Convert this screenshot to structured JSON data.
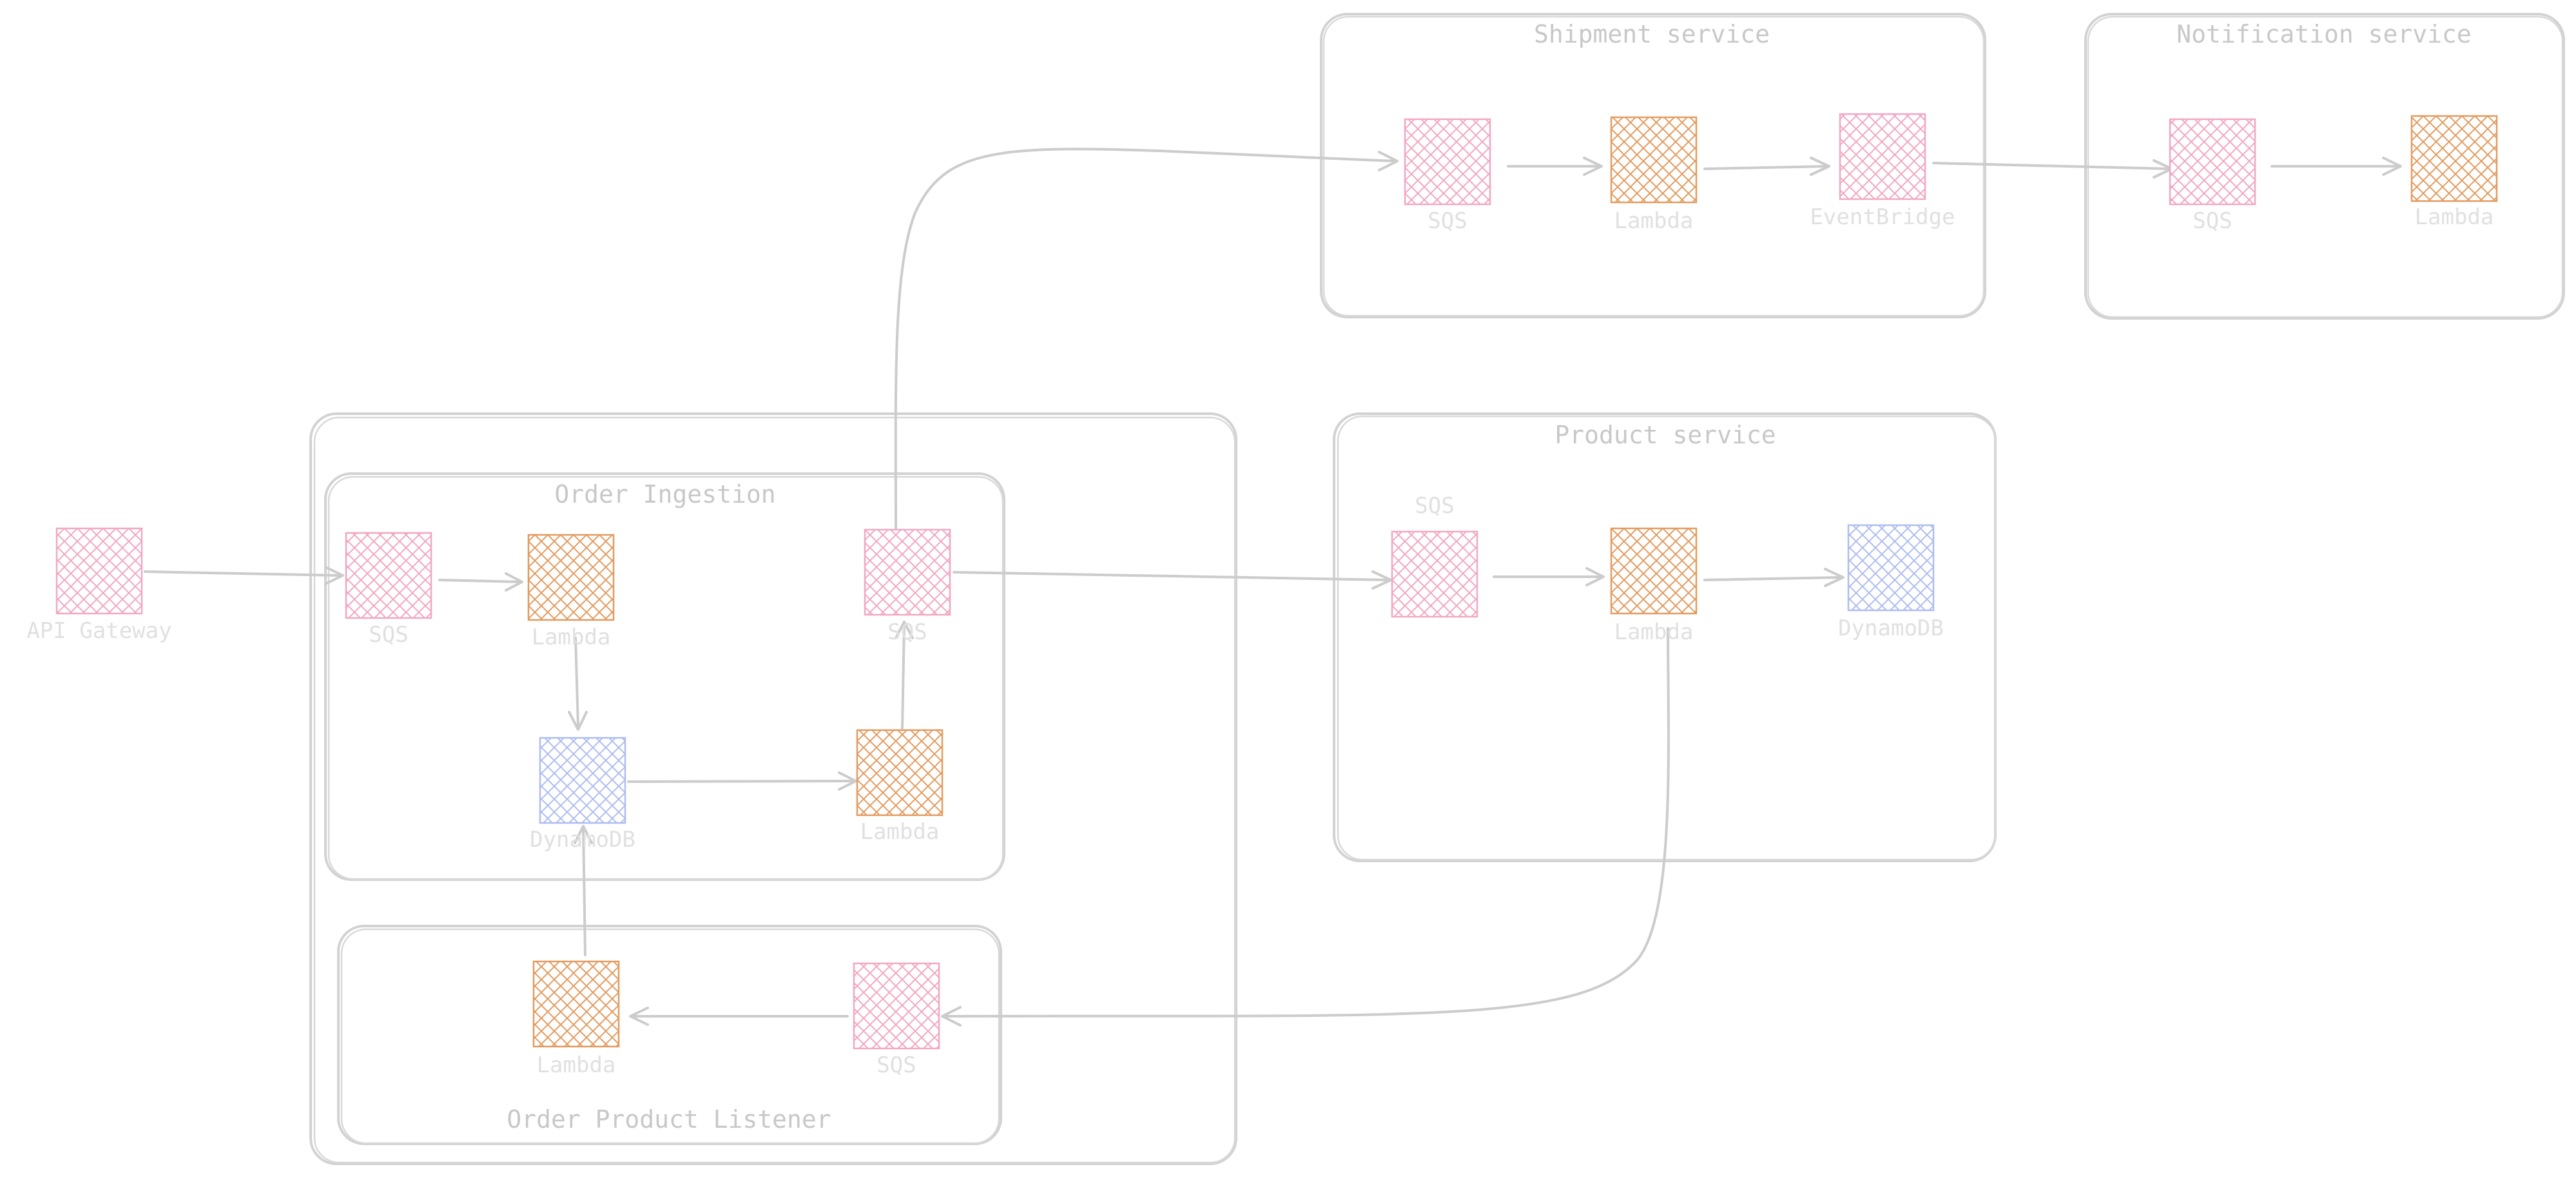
{
  "colors": {
    "sqs": "#f2a7c3",
    "lambda": "#e39b5f",
    "dynamodb": "#aebdf0",
    "eventbridge": "#f2a7c3",
    "line": "#cccccc",
    "title": "#c8c8c8",
    "label": "#e0e0e0"
  },
  "groups": {
    "shipment": {
      "title": "Shipment service"
    },
    "notification": {
      "title": "Notification service"
    },
    "product": {
      "title": "Product service"
    },
    "order_ingestion": {
      "title": "Order Ingestion"
    },
    "order_listener": {
      "title": "Order Product Listener"
    }
  },
  "nodes": [
    {
      "id": "api-gateway",
      "kind": "sqs",
      "label": "API Gateway",
      "icon": "api-gateway-icon"
    },
    {
      "id": "oi-sqs-in",
      "kind": "sqs",
      "label": "SQS",
      "icon": "sqs-icon"
    },
    {
      "id": "oi-lambda-1",
      "kind": "lambda",
      "label": "Lambda",
      "icon": "lambda-icon"
    },
    {
      "id": "oi-dynamodb",
      "kind": "dynamodb",
      "label": "DynamoDB",
      "icon": "dynamodb-icon"
    },
    {
      "id": "oi-lambda-2",
      "kind": "lambda",
      "label": "Lambda",
      "icon": "lambda-icon"
    },
    {
      "id": "oi-sqs-out",
      "kind": "sqs",
      "label": "SQS",
      "icon": "sqs-icon"
    },
    {
      "id": "opl-lambda",
      "kind": "lambda",
      "label": "Lambda",
      "icon": "lambda-icon"
    },
    {
      "id": "opl-sqs",
      "kind": "sqs",
      "label": "SQS",
      "icon": "sqs-icon"
    },
    {
      "id": "ship-sqs",
      "kind": "sqs",
      "label": "SQS",
      "icon": "sqs-icon"
    },
    {
      "id": "ship-lambda",
      "kind": "lambda",
      "label": "Lambda",
      "icon": "lambda-icon"
    },
    {
      "id": "ship-eventbridge",
      "kind": "eventbridge",
      "label": "EventBridge",
      "icon": "eventbridge-icon"
    },
    {
      "id": "notif-sqs",
      "kind": "sqs",
      "label": "SQS",
      "icon": "sqs-icon"
    },
    {
      "id": "notif-lambda",
      "kind": "lambda",
      "label": "Lambda",
      "icon": "lambda-icon"
    },
    {
      "id": "prod-sqs",
      "kind": "sqs",
      "label": "SQS",
      "icon": "sqs-icon"
    },
    {
      "id": "prod-lambda",
      "kind": "lambda",
      "label": "Lambda",
      "icon": "lambda-icon"
    },
    {
      "id": "prod-dynamodb",
      "kind": "dynamodb",
      "label": "DynamoDB",
      "icon": "dynamodb-icon"
    }
  ],
  "edges": [
    {
      "from": "api-gateway",
      "to": "oi-sqs-in"
    },
    {
      "from": "oi-sqs-in",
      "to": "oi-lambda-1"
    },
    {
      "from": "oi-lambda-1",
      "to": "oi-dynamodb"
    },
    {
      "from": "oi-dynamodb",
      "to": "oi-lambda-2"
    },
    {
      "from": "oi-lambda-2",
      "to": "oi-sqs-out"
    },
    {
      "from": "oi-sqs-out",
      "to": "ship-sqs"
    },
    {
      "from": "oi-sqs-out",
      "to": "prod-sqs"
    },
    {
      "from": "ship-sqs",
      "to": "ship-lambda"
    },
    {
      "from": "ship-lambda",
      "to": "ship-eventbridge"
    },
    {
      "from": "ship-eventbridge",
      "to": "notif-sqs"
    },
    {
      "from": "notif-sqs",
      "to": "notif-lambda"
    },
    {
      "from": "prod-sqs",
      "to": "prod-lambda"
    },
    {
      "from": "prod-lambda",
      "to": "prod-dynamodb"
    },
    {
      "from": "prod-lambda",
      "to": "opl-sqs"
    },
    {
      "from": "opl-sqs",
      "to": "opl-lambda"
    },
    {
      "from": "opl-lambda",
      "to": "oi-dynamodb"
    }
  ]
}
